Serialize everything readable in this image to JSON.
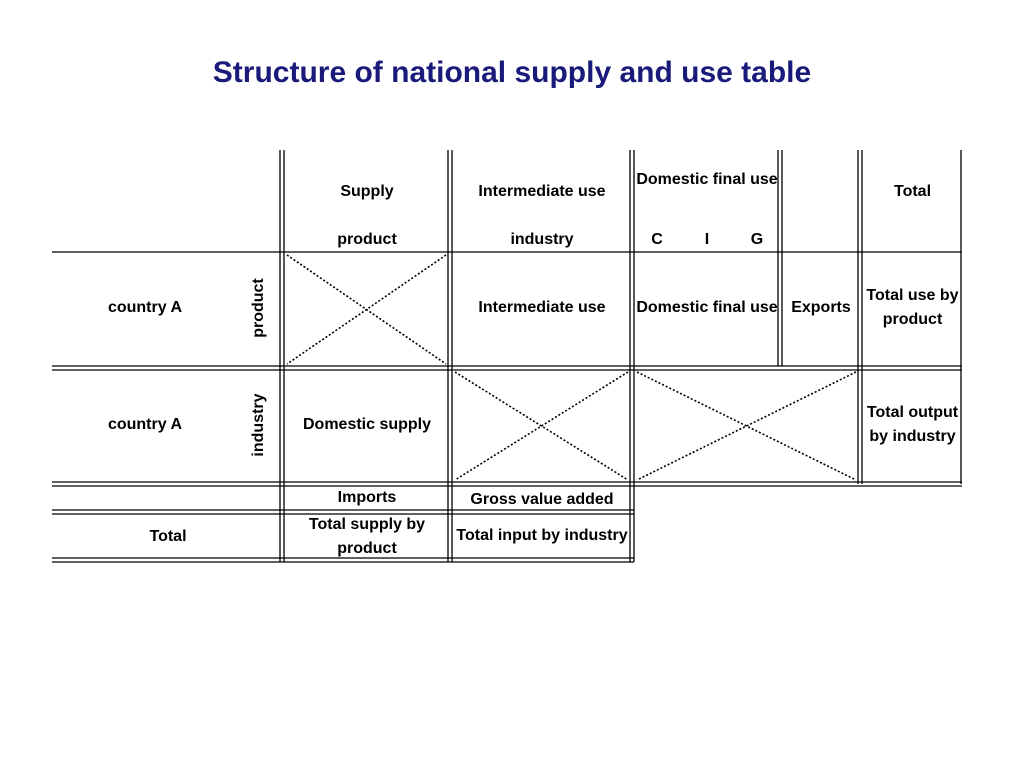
{
  "title": "Structure of national supply and use table",
  "header": {
    "supply": "Supply",
    "supply_sub": "product",
    "intermediate": "Intermediate use",
    "intermediate_sub": "industry",
    "final": "Domestic final use",
    "final_c": "C",
    "final_i": "I",
    "final_g": "G",
    "total": "Total"
  },
  "row_product": {
    "country": "country A",
    "side": "product",
    "intermediate": "Intermediate use",
    "final": "Domestic final use",
    "exports": "Exports",
    "total": "Total use by product"
  },
  "row_industry": {
    "country": "country A",
    "side": "industry",
    "supply": "Domestic supply",
    "total": "Total output by industry"
  },
  "row_imports": {
    "imports": "Imports",
    "gva": "Gross value added"
  },
  "row_total": {
    "label": "Total",
    "supply": "Total supply by product",
    "input": "Total input by industry"
  }
}
